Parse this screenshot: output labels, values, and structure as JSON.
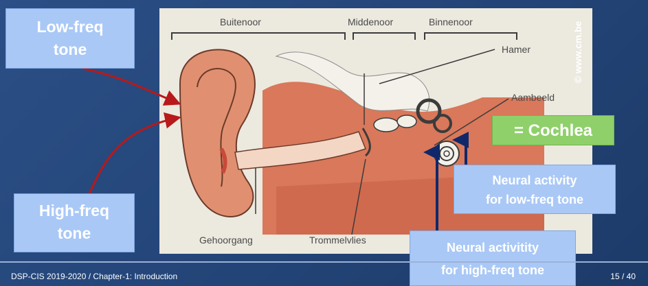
{
  "diagram": {
    "regions": [
      "Buitenoor",
      "Middenoor",
      "Binnenoor"
    ],
    "parts": [
      "Hamer",
      "Aambeeld",
      "Gehoorgang",
      "Trommelvlies"
    ],
    "copyright": "© www.cm.be"
  },
  "callouts": {
    "low_freq": [
      "Low-freq",
      "tone"
    ],
    "high_freq": [
      "High-freq",
      "tone"
    ],
    "cochlea": "= Cochlea",
    "neural_low": [
      "Neural activity",
      "for low-freq tone"
    ],
    "neural_high": [
      "Neural activitity",
      "for high-freq tone"
    ]
  },
  "footer": {
    "text": "DSP-CIS 2019-2020  /  Chapter-1: Introduction",
    "page": "15 / 40"
  },
  "colors": {
    "callout_blue": "#a9c8f6",
    "cochlea_green": "#8fd06a",
    "red_arrow": "#b8191a",
    "navy_arrow": "#10286a",
    "tissue": "#d9785a"
  }
}
